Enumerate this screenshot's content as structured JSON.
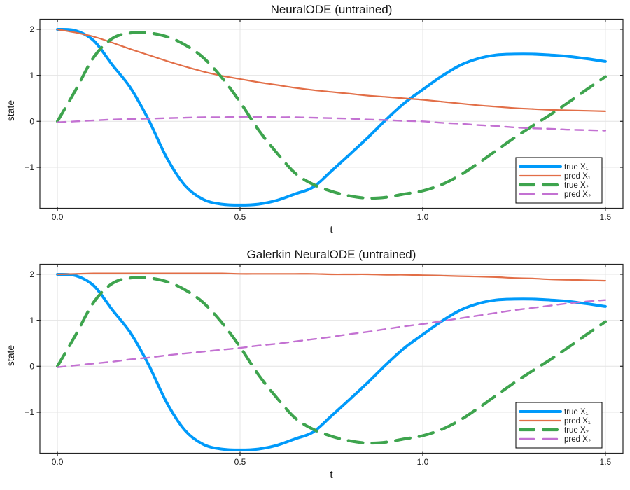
{
  "figure": {
    "background": "#ffffff"
  },
  "palette": {
    "blue": "#009AFA",
    "orange": "#E26E47",
    "green": "#3EA44E",
    "purple": "#C371D2",
    "grid": "#E4E4E4",
    "frame": "#242424"
  },
  "chart_data": [
    {
      "type": "line",
      "title": "NeuralODE (untrained)",
      "xlabel": "t",
      "ylabel": "state",
      "xlim": [
        -0.048,
        1.548
      ],
      "ylim": [
        -1.89,
        2.22
      ],
      "xticks": [
        0.0,
        0.5,
        1.0,
        1.5
      ],
      "xtick_labels": [
        "0.0",
        "0.5",
        "1.0",
        "1.5"
      ],
      "yticks": [
        -1,
        0,
        1,
        2
      ],
      "ytick_labels": [
        "−1",
        "0",
        "1",
        "2"
      ],
      "grid": true,
      "legend_position": "bottom-right",
      "x": [
        0,
        0.05,
        0.1,
        0.15,
        0.2,
        0.25,
        0.3,
        0.35,
        0.4,
        0.45,
        0.5,
        0.55,
        0.6,
        0.65,
        0.7,
        0.75,
        0.8,
        0.85,
        0.9,
        0.95,
        1.0,
        1.05,
        1.1,
        1.15,
        1.2,
        1.25,
        1.3,
        1.35,
        1.4,
        1.45,
        1.5
      ],
      "series": [
        {
          "name": "true X₁",
          "color": "#009AFA",
          "width": 4,
          "dash": null,
          "values": [
            2.0,
            1.97,
            1.75,
            1.23,
            0.73,
            0.03,
            -0.8,
            -1.4,
            -1.7,
            -1.8,
            -1.82,
            -1.8,
            -1.72,
            -1.58,
            -1.43,
            -1.08,
            -0.72,
            -0.35,
            0.04,
            0.4,
            0.69,
            0.97,
            1.21,
            1.36,
            1.44,
            1.46,
            1.46,
            1.44,
            1.41,
            1.36,
            1.3
          ]
        },
        {
          "name": "pred X₁",
          "color": "#E26E47",
          "width": 2.2,
          "dash": null,
          "values": [
            2.0,
            1.93,
            1.84,
            1.71,
            1.57,
            1.44,
            1.31,
            1.19,
            1.08,
            0.99,
            0.92,
            0.85,
            0.79,
            0.73,
            0.68,
            0.64,
            0.6,
            0.56,
            0.53,
            0.5,
            0.47,
            0.43,
            0.39,
            0.35,
            0.32,
            0.29,
            0.27,
            0.25,
            0.24,
            0.23,
            0.22
          ]
        },
        {
          "name": "true X₂",
          "color": "#3EA44E",
          "width": 4.2,
          "dash": "21 13",
          "values": [
            0.0,
            0.68,
            1.4,
            1.8,
            1.92,
            1.92,
            1.84,
            1.66,
            1.38,
            0.95,
            0.42,
            -0.18,
            -0.68,
            -1.12,
            -1.37,
            -1.52,
            -1.62,
            -1.67,
            -1.65,
            -1.58,
            -1.51,
            -1.38,
            -1.18,
            -0.92,
            -0.64,
            -0.36,
            -0.1,
            0.15,
            0.42,
            0.7,
            0.97
          ]
        },
        {
          "name": "pred X₂",
          "color": "#C371D2",
          "width": 2.4,
          "dash": "12 8",
          "values": [
            -0.02,
            0.0,
            0.02,
            0.04,
            0.05,
            0.06,
            0.07,
            0.08,
            0.09,
            0.09,
            0.1,
            0.1,
            0.09,
            0.09,
            0.08,
            0.07,
            0.06,
            0.04,
            0.03,
            0.01,
            0.0,
            -0.03,
            -0.05,
            -0.08,
            -0.1,
            -0.13,
            -0.15,
            -0.16,
            -0.18,
            -0.19,
            -0.2
          ]
        }
      ]
    },
    {
      "type": "line",
      "title": "Galerkin NeuralODE (untrained)",
      "xlabel": "t",
      "ylabel": "state",
      "xlim": [
        -0.048,
        1.548
      ],
      "ylim": [
        -1.89,
        2.22
      ],
      "xticks": [
        0.0,
        0.5,
        1.0,
        1.5
      ],
      "xtick_labels": [
        "0.0",
        "0.5",
        "1.0",
        "1.5"
      ],
      "yticks": [
        -1,
        0,
        1,
        2
      ],
      "ytick_labels": [
        "−1",
        "0",
        "1",
        "2"
      ],
      "grid": true,
      "legend_position": "bottom-right",
      "x": [
        0,
        0.05,
        0.1,
        0.15,
        0.2,
        0.25,
        0.3,
        0.35,
        0.4,
        0.45,
        0.5,
        0.55,
        0.6,
        0.65,
        0.7,
        0.75,
        0.8,
        0.85,
        0.9,
        0.95,
        1.0,
        1.05,
        1.1,
        1.15,
        1.2,
        1.25,
        1.3,
        1.35,
        1.4,
        1.45,
        1.5
      ],
      "series": [
        {
          "name": "true X₁",
          "color": "#009AFA",
          "width": 4,
          "dash": null,
          "values": [
            2.0,
            1.97,
            1.75,
            1.23,
            0.73,
            0.03,
            -0.8,
            -1.4,
            -1.7,
            -1.8,
            -1.82,
            -1.8,
            -1.72,
            -1.58,
            -1.43,
            -1.08,
            -0.72,
            -0.35,
            0.04,
            0.4,
            0.69,
            0.97,
            1.21,
            1.36,
            1.44,
            1.46,
            1.46,
            1.44,
            1.41,
            1.36,
            1.3
          ]
        },
        {
          "name": "pred X₁",
          "color": "#E26E47",
          "width": 2.2,
          "dash": null,
          "values": [
            2.0,
            2.01,
            2.02,
            2.02,
            2.02,
            2.02,
            2.02,
            2.02,
            2.02,
            2.02,
            2.01,
            2.01,
            2.01,
            2.01,
            2.01,
            2.0,
            2.0,
            2.0,
            1.99,
            1.99,
            1.98,
            1.97,
            1.96,
            1.95,
            1.94,
            1.92,
            1.91,
            1.89,
            1.88,
            1.87,
            1.86
          ]
        },
        {
          "name": "true X₂",
          "color": "#3EA44E",
          "width": 4.2,
          "dash": "21 13",
          "values": [
            0.0,
            0.68,
            1.4,
            1.8,
            1.92,
            1.92,
            1.84,
            1.66,
            1.38,
            0.95,
            0.42,
            -0.18,
            -0.68,
            -1.12,
            -1.37,
            -1.52,
            -1.62,
            -1.67,
            -1.65,
            -1.58,
            -1.51,
            -1.38,
            -1.18,
            -0.92,
            -0.64,
            -0.36,
            -0.1,
            0.15,
            0.42,
            0.7,
            0.97
          ]
        },
        {
          "name": "pred X₂",
          "color": "#C371D2",
          "width": 2.4,
          "dash": "12 8",
          "values": [
            -0.02,
            0.02,
            0.06,
            0.1,
            0.15,
            0.19,
            0.24,
            0.28,
            0.32,
            0.36,
            0.4,
            0.45,
            0.49,
            0.54,
            0.59,
            0.64,
            0.7,
            0.75,
            0.81,
            0.87,
            0.92,
            0.98,
            1.04,
            1.1,
            1.16,
            1.22,
            1.27,
            1.32,
            1.37,
            1.41,
            1.44
          ]
        }
      ]
    }
  ]
}
